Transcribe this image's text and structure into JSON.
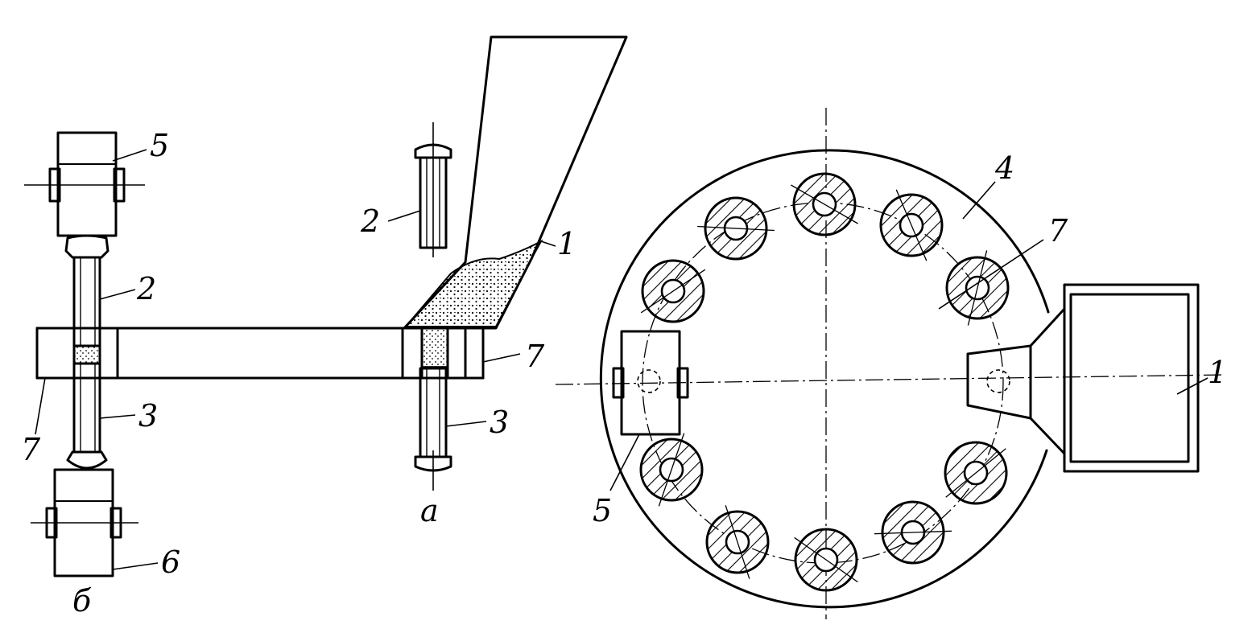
{
  "figure": {
    "view_a_caption": "а",
    "view_b_caption": "б",
    "view_a": {
      "label_hopper": "1",
      "label_top_punch": "2",
      "label_bottom_punch": "3",
      "label_die": "7"
    },
    "view_b": {
      "label_top_roller": "5",
      "label_top_punch": "2",
      "label_bottom_punch": "3",
      "label_bottom_roller": "6",
      "label_die_left": "7"
    },
    "rotary": {
      "label_table": "4",
      "label_die": "7",
      "label_hopper": "1",
      "label_roller": "5"
    }
  }
}
